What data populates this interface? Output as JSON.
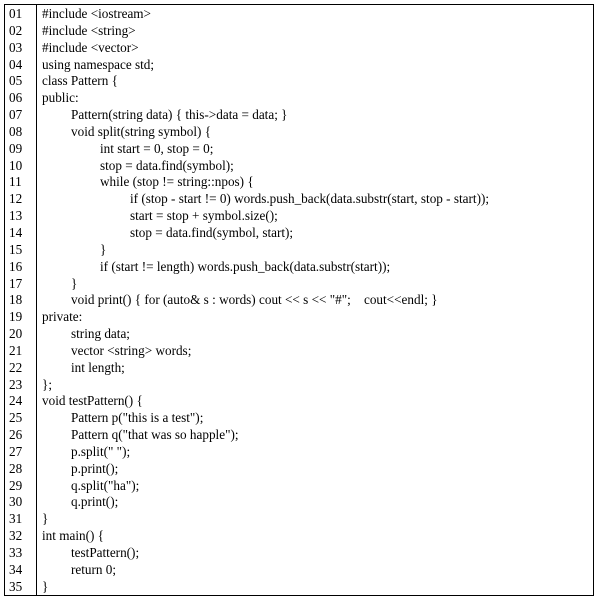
{
  "lines": [
    {
      "num": "01",
      "indent": 0,
      "text": "#include <iostream>"
    },
    {
      "num": "02",
      "indent": 0,
      "text": "#include <string>"
    },
    {
      "num": "03",
      "indent": 0,
      "text": "#include <vector>"
    },
    {
      "num": "04",
      "indent": 0,
      "text": "using namespace std;"
    },
    {
      "num": "05",
      "indent": 0,
      "text": "class Pattern {"
    },
    {
      "num": "06",
      "indent": 0,
      "text": "public:"
    },
    {
      "num": "07",
      "indent": 1,
      "text": "Pattern(string data) { this->data = data; }"
    },
    {
      "num": "08",
      "indent": 1,
      "text": "void split(string symbol) {"
    },
    {
      "num": "09",
      "indent": 2,
      "text": "int start = 0, stop = 0;"
    },
    {
      "num": "10",
      "indent": 2,
      "text": "stop = data.find(symbol);"
    },
    {
      "num": "11",
      "indent": 2,
      "text": "while (stop != string::npos) {"
    },
    {
      "num": "12",
      "indent": 3,
      "text": "if (stop - start != 0) words.push_back(data.substr(start, stop - start));"
    },
    {
      "num": "13",
      "indent": 3,
      "text": "start = stop + symbol.size();"
    },
    {
      "num": "14",
      "indent": 3,
      "text": "stop = data.find(symbol, start);"
    },
    {
      "num": "15",
      "indent": 2,
      "text": "}"
    },
    {
      "num": "16",
      "indent": 2,
      "text": "if (start != length) words.push_back(data.substr(start));"
    },
    {
      "num": "17",
      "indent": 1,
      "text": "}"
    },
    {
      "num": "18",
      "indent": 1,
      "text": "void print() { for (auto& s : words) cout << s << \"#\";    cout<<endl; }"
    },
    {
      "num": "19",
      "indent": 0,
      "text": "private:"
    },
    {
      "num": "20",
      "indent": 1,
      "text": "string data;"
    },
    {
      "num": "21",
      "indent": 1,
      "text": "vector <string> words;"
    },
    {
      "num": "22",
      "indent": 1,
      "text": "int length;"
    },
    {
      "num": "23",
      "indent": 0,
      "text": "};"
    },
    {
      "num": "24",
      "indent": 0,
      "text": "void testPattern() {"
    },
    {
      "num": "25",
      "indent": 1,
      "text": "Pattern p(\"this is a test\");"
    },
    {
      "num": "26",
      "indent": 1,
      "text": "Pattern q(\"that was so happle\");"
    },
    {
      "num": "27",
      "indent": 1,
      "text": "p.split(\" \");"
    },
    {
      "num": "28",
      "indent": 1,
      "text": "p.print();"
    },
    {
      "num": "29",
      "indent": 1,
      "text": "q.split(\"ha\");"
    },
    {
      "num": "30",
      "indent": 1,
      "text": "q.print();"
    },
    {
      "num": "31",
      "indent": 0,
      "text": "}"
    },
    {
      "num": "32",
      "indent": 0,
      "text": "int main() {"
    },
    {
      "num": "33",
      "indent": 1,
      "text": "testPattern();"
    },
    {
      "num": "34",
      "indent": 1,
      "text": "return 0;"
    },
    {
      "num": "35",
      "indent": 0,
      "text": "}"
    }
  ]
}
